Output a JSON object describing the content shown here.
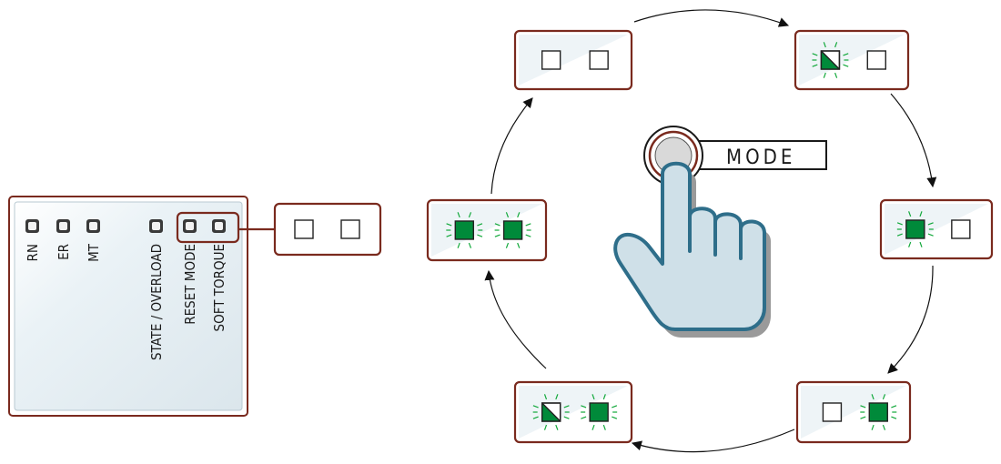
{
  "device_panel": {
    "labels": {
      "rn": "RN",
      "er": "ER",
      "mt": "MT",
      "state_overload": "STATE / OVERLOAD",
      "reset_mode": "RESET MODE",
      "soft_torque": "SOFT TORQUE"
    }
  },
  "mode_button": {
    "label": "MODE"
  },
  "colors": {
    "frame": "#7a2a1e",
    "led_on": "#008a3a",
    "flash_rays": "#11a83a",
    "hand_fill": "#cfe0e8",
    "hand_outline": "#2e6e8a",
    "panel_bg": "#e7f0f5"
  },
  "led_states": [
    {
      "left": "off",
      "right": "off"
    },
    {
      "left": "flashing-half",
      "right": "off"
    },
    {
      "left": "flashing-on",
      "right": "off"
    },
    {
      "left": "off",
      "right": "flashing-on"
    },
    {
      "left": "flashing-half",
      "right": "flashing-on"
    },
    {
      "left": "flashing-on",
      "right": "flashing-on"
    }
  ]
}
